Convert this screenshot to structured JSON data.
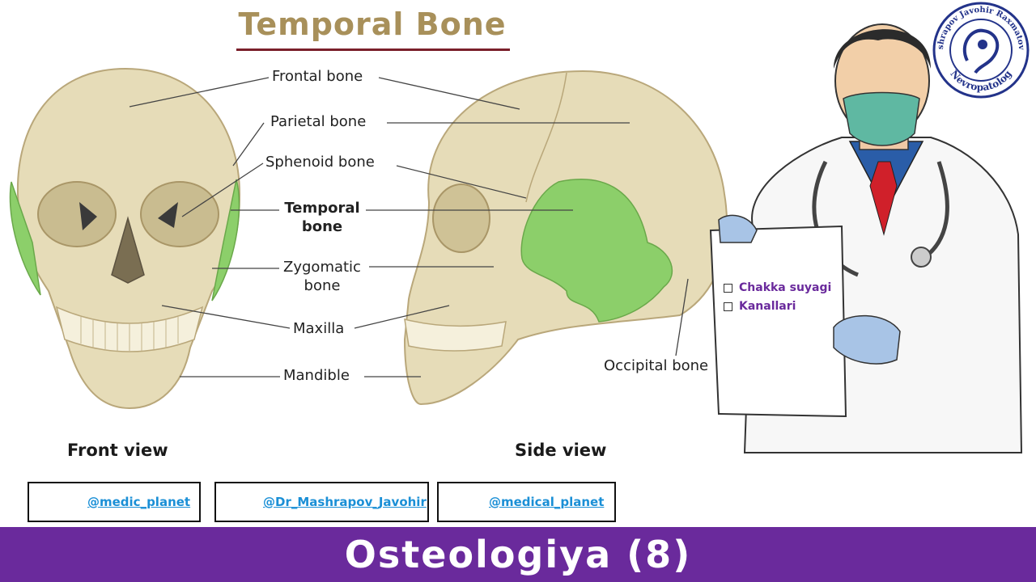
{
  "title": "Temporal Bone",
  "labels": {
    "frontal": "Frontal bone",
    "parietal": "Parietal bone",
    "sphenoid": "Sphenoid bone",
    "temporal_1": "Temporal",
    "temporal_2": "bone",
    "zygomatic_1": "Zygomatic",
    "zygomatic_2": "bone",
    "maxilla": "Maxilla",
    "mandible": "Mandible",
    "occipital": "Occipital bone"
  },
  "captions": {
    "front": "Front view",
    "side": "Side view"
  },
  "stamp": {
    "top_text": "Mashrapov Javohir Raxmatovich",
    "bottom_text": "Nevropatolog"
  },
  "clipboard": {
    "items": [
      "Chakka suyagi",
      "Kanallari"
    ]
  },
  "social": {
    "youtube": "@medic_planet",
    "telegram": "@Dr_Mashrapov_Javohir",
    "instagram": "@medical_planet"
  },
  "footer": {
    "title": "Osteologiya (8)"
  },
  "colors": {
    "bone": "#e6dcb8",
    "highlight": "#8ccf6a",
    "footer": "#6a2a9c",
    "title": "#a8905a",
    "link": "#1a8fd6"
  }
}
